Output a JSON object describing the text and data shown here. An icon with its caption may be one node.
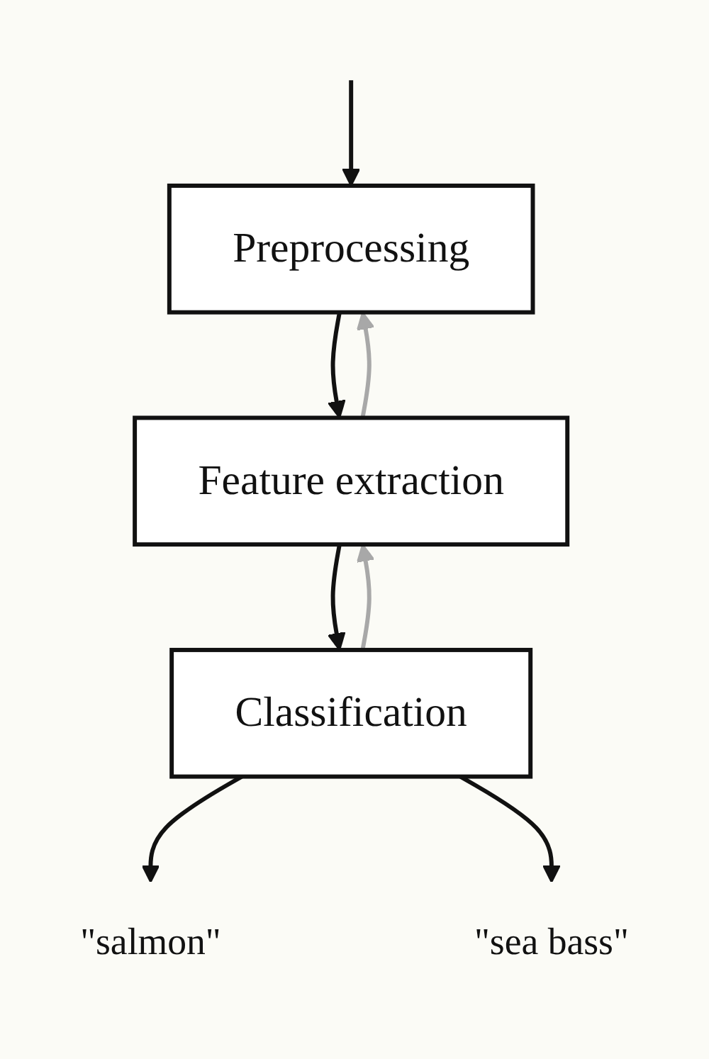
{
  "diagram": {
    "nodes": [
      {
        "text": [
          "Preprocessing"
        ]
      },
      {
        "text": [
          "Feature extraction"
        ]
      },
      {
        "text": [
          "Classification"
        ]
      },
      {
        "text": [
          "\"salmon\""
        ]
      },
      {
        "text": [
          "\"sea bass\""
        ]
      }
    ],
    "edges": [
      {
        "from": null,
        "to": 0,
        "arrow": "to"
      },
      {
        "from": 0,
        "to": 1,
        "arrow": "to"
      },
      {
        "from": 1,
        "to": 2,
        "arrow": "to"
      },
      {
        "from": 2,
        "to": 1,
        "arrow": "to",
        "color": "#a8a8a8"
      },
      {
        "from": 1,
        "to": 0,
        "arrow": "to",
        "color": "#a8a8a8"
      },
      {
        "from": 2,
        "to": 3,
        "arrow": "to"
      },
      {
        "from": 2,
        "to": 4,
        "arrow": "to"
      }
    ]
  }
}
